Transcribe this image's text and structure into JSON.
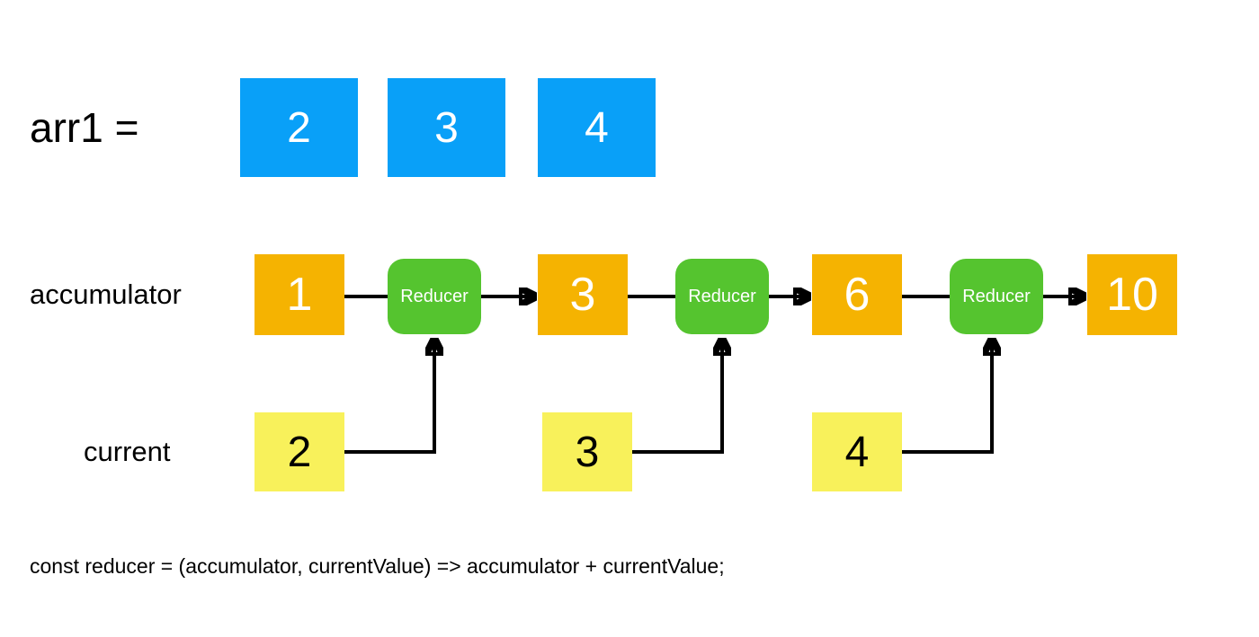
{
  "diagram": {
    "array_label": "arr1 =",
    "array_items": [
      "2",
      "3",
      "4"
    ],
    "accumulator_label": "accumulator",
    "accumulator_values": [
      "1",
      "3",
      "6",
      "10"
    ],
    "reducer_label": "Reducer",
    "current_label": "current",
    "current_values": [
      "2",
      "3",
      "4"
    ],
    "code_line": "const reducer = (accumulator, currentValue) => accumulator + currentValue;"
  },
  "colors": {
    "array_box": "#09a0f8",
    "accumulator_box": "#f5b301",
    "reducer_box": "#55c42f",
    "current_box": "#f8f15b",
    "connector": "#000000",
    "text_dark": "#000000",
    "text_light": "#ffffff",
    "background": "#ffffff"
  }
}
